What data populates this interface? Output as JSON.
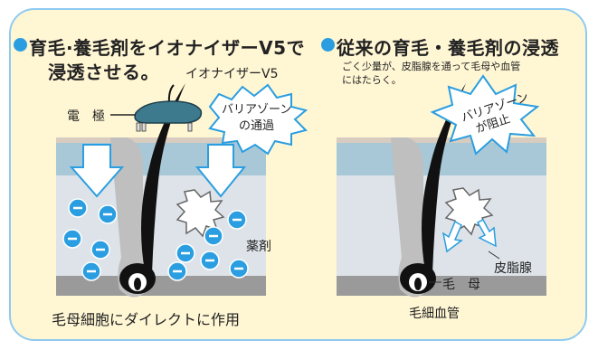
{
  "left": {
    "heading_line1": "育毛·養毛剤をイオナイザーV5で",
    "heading_line2": "浸透させる。",
    "device_label": "イオナイザーV5",
    "electrode_label": "電　極",
    "bubble_line1": "バリアゾーン",
    "bubble_line2": "の通過",
    "medicine_label": "薬剤",
    "caption": "毛母細胞にダイレクトに作用"
  },
  "right": {
    "heading": "従来の育毛・養毛剤の浸透",
    "sub_line1": "ごく少量が、皮脂腺を通って毛母や血管",
    "sub_line2": "にはたらく。",
    "bubble_line1": "バリアゾーン",
    "bubble_line2": "が阻止",
    "gland_label": "皮脂腺",
    "root_label": "毛　母",
    "caption": "毛細血管"
  },
  "colors": {
    "accent": "#2a9ee0",
    "frame_border": "#8fcbf0",
    "background": "#fff6d4",
    "skin_top": "#a8c8d8",
    "skin_lower": "#dde3e8",
    "device": "#3d7a8e"
  }
}
